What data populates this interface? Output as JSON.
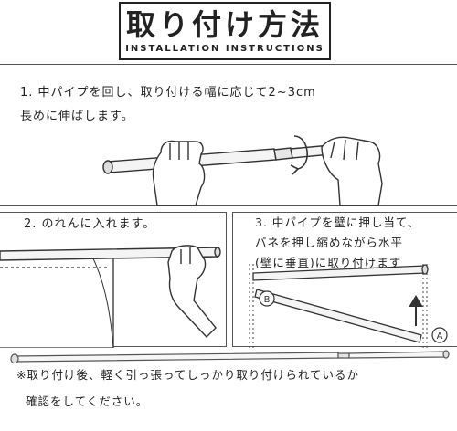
{
  "header": {
    "title": "取り付け方法",
    "subtitle": "INSTALLATION INSTRUCTIONS"
  },
  "steps": [
    {
      "lines": [
        "1. 中パイプを回し、取り付ける幅に応じて2~3cm",
        "長めに伸ばします。"
      ]
    },
    {
      "lines": [
        "2. のれんに入れます。"
      ]
    },
    {
      "lines": [
        "3. 中パイプを壁に押し当て、",
        "バネを押し縮めながら水平",
        "(壁に垂直)に取り付けます"
      ]
    }
  ],
  "markers": {
    "a": "A",
    "b": "B"
  },
  "note": {
    "lines": [
      "※取り付け後、軽く引っ張ってしっかり取り付けられているか",
      "確認をしてください。"
    ]
  },
  "icons": [
    "rotate-arrow-icon",
    "up-arrow-icon",
    "hand-icon",
    "curtain-rod-icon"
  ]
}
